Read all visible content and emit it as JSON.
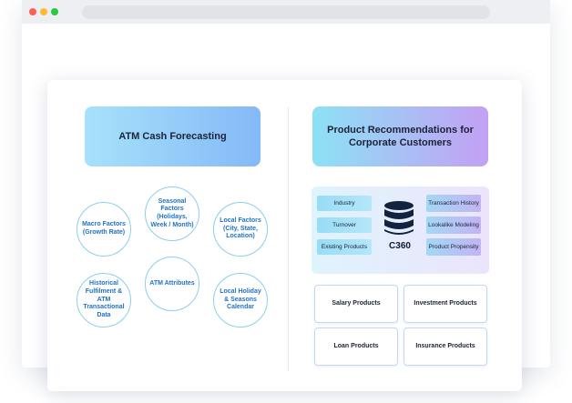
{
  "left_panel": {
    "title": "ATM Cash Forecasting",
    "factors": [
      "Macro Factors (Growth Rate)",
      "Seasonal Factors (Holidays, Week / Month)",
      "Local Factors (City, State, Location)",
      "Historical Fulfilment & ATM Transactional Data",
      "ATM Attributes",
      "Local Holiday & Seasons Calendar"
    ]
  },
  "right_panel": {
    "title": "Product Recommendations for Corporate Customers",
    "c360": {
      "label": "C360",
      "left_items": [
        "Industry",
        "Turnover",
        "Existing Products"
      ],
      "right_items": [
        "Transaction History",
        "Lookalike Modeling",
        "Product Propensity"
      ]
    },
    "products": [
      "Salary Products",
      "Investment Products",
      "Loan Products",
      "Insurance Products"
    ]
  },
  "icons": {
    "database": "database-icon"
  },
  "colors": {
    "accent_blue": "#1f72c9",
    "circle_border": "#8ccfec"
  }
}
